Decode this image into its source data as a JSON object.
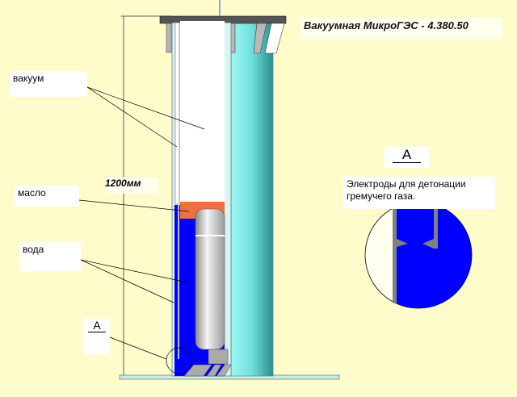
{
  "title": "Вакуумная МикроГЭС - 4.380.50",
  "labels": {
    "vacuum": "вакуум",
    "oil": "масло",
    "water": "вода",
    "section_marker": "A",
    "height_dimension": "1200мм"
  },
  "detail": {
    "marker": "A",
    "note": "Электроды для детонации гремучего газа."
  },
  "colors": {
    "background": "#fffccc",
    "water": "#0000ff",
    "oil": "#f07040",
    "column": "#7fe8e8",
    "electrode": "#808080"
  }
}
